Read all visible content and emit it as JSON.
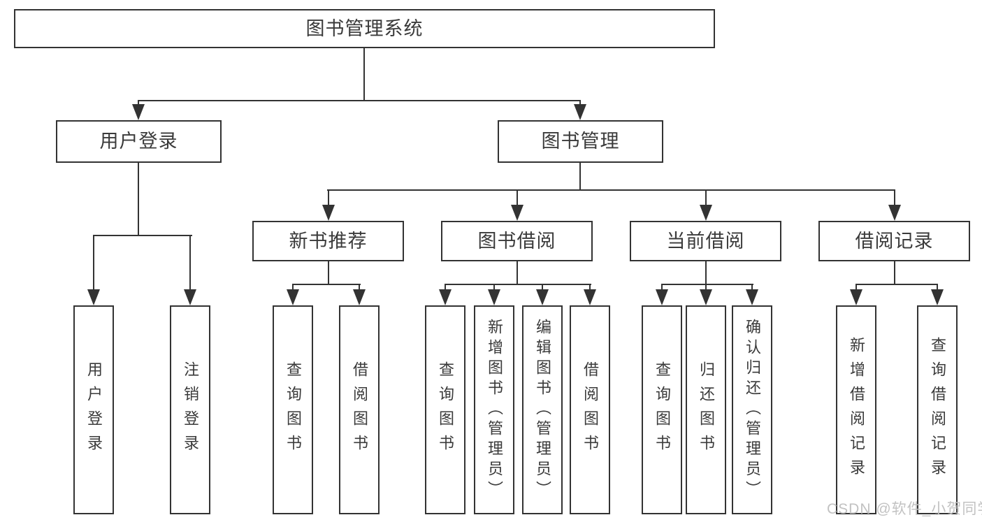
{
  "tree": {
    "label": "图书管理系统",
    "children": [
      {
        "label": "用户登录",
        "children": [
          {
            "label": "用户登录"
          },
          {
            "label": "注销登录"
          }
        ]
      },
      {
        "label": "图书管理",
        "children": [
          {
            "label": "新书推荐",
            "children": [
              {
                "label": "查询图书"
              },
              {
                "label": "借阅图书"
              }
            ]
          },
          {
            "label": "图书借阅",
            "children": [
              {
                "label": "查询图书"
              },
              {
                "label": "新增图书（管理员）"
              },
              {
                "label": "编辑图书（管理员）"
              },
              {
                "label": "借阅图书"
              }
            ]
          },
          {
            "label": "当前借阅",
            "children": [
              {
                "label": "查询图书"
              },
              {
                "label": "归还图书"
              },
              {
                "label": "确认归还（管理员）"
              }
            ]
          },
          {
            "label": "借阅记录",
            "children": [
              {
                "label": "新增借阅记录"
              },
              {
                "label": "查询借阅记录"
              }
            ]
          }
        ]
      }
    ]
  },
  "watermark": "CSDN @软件_小贺同学",
  "colors": {
    "line": "#333333",
    "text": "#3a3a3a",
    "watermark": "#c2c2c2",
    "background": "#ffffff"
  }
}
